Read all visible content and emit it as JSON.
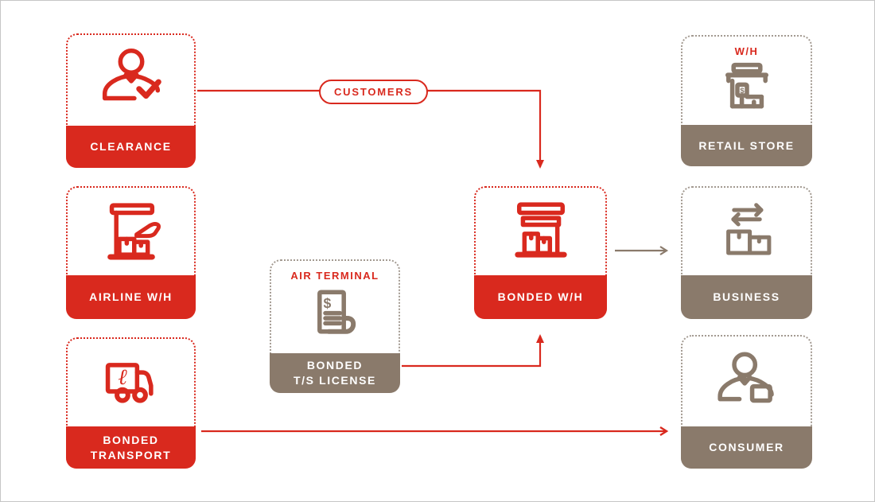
{
  "colors": {
    "red": "#d9291e",
    "brown": "#8a7a6b",
    "dot": "#a39a91",
    "bg": "#ffffff",
    "edge": "#c6c6c6"
  },
  "pill": {
    "label": "CUSTOMERS"
  },
  "nodes": {
    "clearance": {
      "label": "CLEARANCE",
      "icon": "person-check-icon"
    },
    "airline_wh": {
      "label": "AIRLINE W/H",
      "icon": "airline-warehouse-icon"
    },
    "bonded_transport": {
      "label": "BONDED\nTRANSPORT",
      "icon": "bonded-truck-icon"
    },
    "bonded_ts_license": {
      "header": "AIR TERMINAL",
      "label": "BONDED\nT/S LICENSE",
      "icon": "license-document-icon"
    },
    "bonded_wh": {
      "label": "BONDED W/H",
      "icon": "warehouse-icon"
    },
    "retail_store": {
      "header": "W/H",
      "label": "RETAIL STORE",
      "icon": "retail-store-icon"
    },
    "business": {
      "label": "BUSINESS",
      "icon": "business-boxes-icon"
    },
    "consumer": {
      "label": "CONSUMER",
      "icon": "consumer-person-icon"
    }
  },
  "edges": [
    {
      "from": "clearance",
      "via": "CUSTOMERS",
      "to": "bonded_wh",
      "color": "#d9291e"
    },
    {
      "from": "bonded_ts_license",
      "to": "bonded_wh",
      "color": "#d9291e"
    },
    {
      "from": "bonded_wh",
      "to": "business",
      "color": "#8a7a6b"
    },
    {
      "from": "bonded_transport",
      "to": "consumer",
      "color": "#d9291e"
    }
  ]
}
